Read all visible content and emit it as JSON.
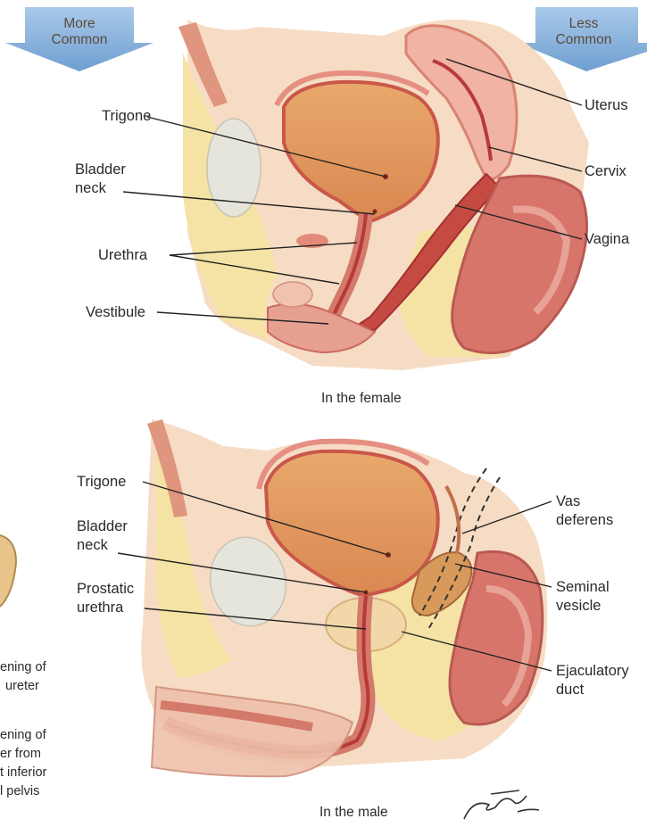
{
  "banner": {
    "left_arrow": [
      "More",
      "Common"
    ],
    "right_arrow": [
      "Less",
      "Common"
    ]
  },
  "female": {
    "caption": "In the female",
    "labels": {
      "trigone": "Trigone",
      "bladder_neck": [
        "Bladder",
        "neck"
      ],
      "urethra": "Urethra",
      "vestibule": "Vestibule",
      "uterus": "Uterus",
      "cervix": "Cervix",
      "vagina": "Vagina"
    }
  },
  "male": {
    "caption": "In the male",
    "labels": {
      "trigone": "Trigone",
      "bladder_neck": [
        "Bladder",
        "neck"
      ],
      "prostatic_urethra": [
        "Prostatic",
        "urethra"
      ],
      "vas_deferens": [
        "Vas",
        "deferens"
      ],
      "seminal_vesicle": [
        "Seminal",
        "vesicle"
      ],
      "ejaculatory_duct": [
        "Ejaculatory",
        "duct"
      ]
    }
  },
  "left_edge_fragments": [
    "ening of",
    "ureter",
    "ening of",
    "er from",
    "t inferior",
    "l pelvis"
  ],
  "signature": "Netter",
  "colors": {
    "skin": "#f7dcc4",
    "fat": "#f5e6a8",
    "bladder": "#e39a5e",
    "muscle": "#d87a6a",
    "mucosa": "#c4463a",
    "bone": "#e4e3da",
    "arrow": "#8cb5dd"
  }
}
